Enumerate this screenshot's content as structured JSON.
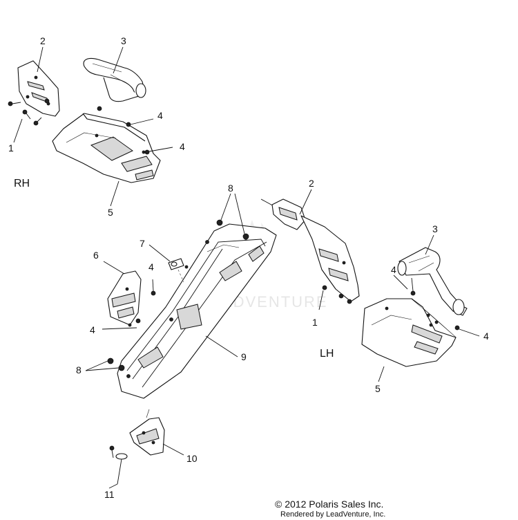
{
  "sides": {
    "right": "RH",
    "left": "LH"
  },
  "callouts": {
    "rh_1": "1",
    "rh_2": "2",
    "rh_3": "3",
    "rh_4a": "4",
    "rh_4b": "4",
    "rh_5": "5",
    "c_8a": "8",
    "c_7": "7",
    "c_6": "6",
    "c_4a": "4",
    "c_4b": "4",
    "c_9": "9",
    "c_8b": "8",
    "lh_2": "2",
    "lh_3": "3",
    "lh_4a": "4",
    "lh_4b": "4",
    "lh_1": "1",
    "lh_5": "5",
    "c_10": "10",
    "c_11": "11"
  },
  "watermark": "LEADVENTURE",
  "footer": {
    "copyright": "© 2012 Polaris Sales Inc.",
    "rendered": "Rendered by LeadVenture, Inc."
  }
}
